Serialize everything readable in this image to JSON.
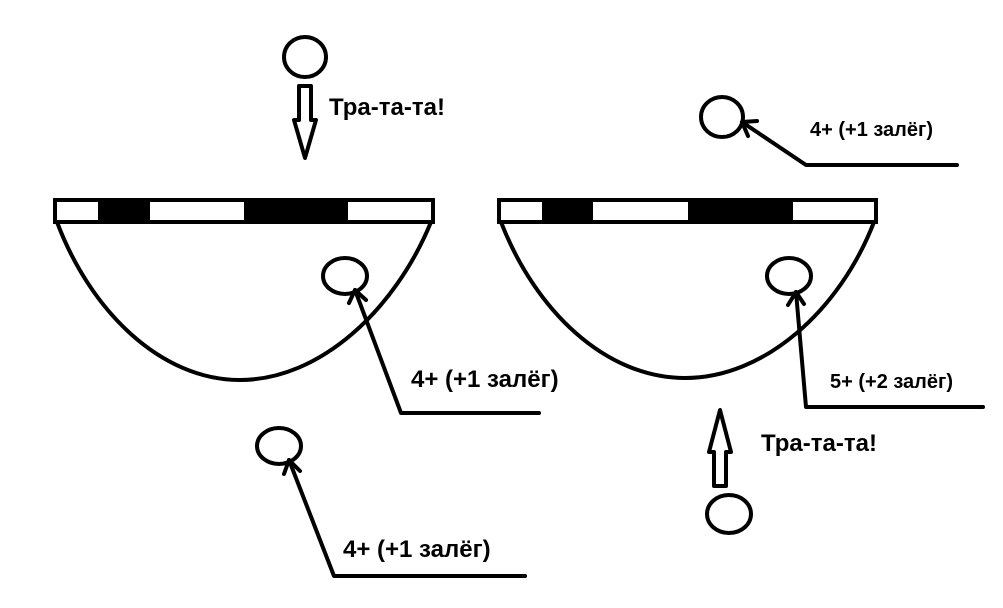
{
  "colors": {
    "ink": "#000000",
    "paper": "#ffffff"
  },
  "diagram": {
    "left_panel": {
      "shout_label": "Тра-та-та!",
      "inside_label": "4+ (+1 залёг)",
      "outside_label": "4+ (+1 залёг)"
    },
    "right_panel": {
      "shout_label": "Тра-та-та!",
      "outside_label": "4+ (+1 залёг)",
      "inside_label": "5+ (+2 залёг)"
    }
  }
}
